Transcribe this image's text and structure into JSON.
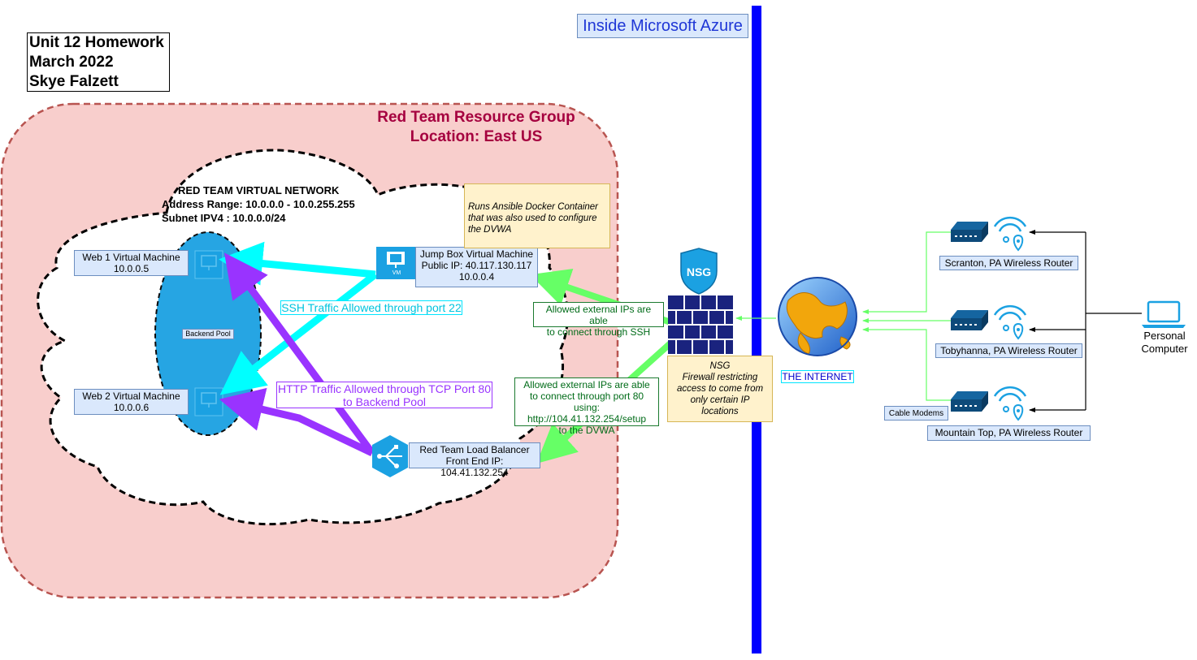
{
  "header": {
    "title_lines": [
      "Unit 12 Homework",
      "March 2022",
      "Skye Falzett"
    ]
  },
  "azure_label": "Inside Microsoft Azure",
  "resource_group": {
    "line1": "Red Team Resource Group",
    "line2": "Location: East US"
  },
  "vnet": {
    "line1": "RED TEAM VIRTUAL NETWORK",
    "line2": "Address Range: 10.0.0.0 - 10.0.255.255",
    "line3": "Subnet IPV4 : 10.0.0.0/24"
  },
  "web1": {
    "line1": "Web 1 Virtual Machine",
    "line2": "10.0.0.5"
  },
  "web2": {
    "line1": "Web 2 Virtual Machine",
    "line2": "10.0.0.6"
  },
  "backend_pool": "Backend Pool",
  "jumpbox": {
    "line1": "Jump Box Virtual Machine",
    "line2": "Public IP: 40.117.130.117",
    "line3": "10.0.0.4",
    "icon_label": "VM"
  },
  "ansible_note": {
    "line1": "Runs Ansible Docker Container",
    "line2": "that was also used to configure",
    "line3": "the DVWA"
  },
  "load_balancer": {
    "line1": "Red Team Load Balancer",
    "line2": "Front End IP: 104.41.132.254"
  },
  "ssh_label": "SSH Traffic Allowed through port 22",
  "http_label": {
    "line1": "HTTP Traffic Allowed through TCP Port 80",
    "line2": "to Backend Pool"
  },
  "ssh_external": {
    "line1": "Allowed external IPs are able",
    "line2": "to connect through SSH"
  },
  "http_external": {
    "line1": "Allowed external IPs are able",
    "line2": "to connect through port 80 using:",
    "line3": "http://104.41.132.254/setup",
    "line4": "to the DVWA"
  },
  "nsg": {
    "icon_text": "NSG",
    "note_line1": "NSG",
    "note_line2": "Firewall restricting",
    "note_line3": "access to come from",
    "note_line4": "only certain IP",
    "note_line5": "locations"
  },
  "internet_label": "THE INTERNET",
  "routers": [
    {
      "label": "Scranton, PA Wireless Router"
    },
    {
      "label": "Tobyhanna, PA Wireless Router"
    },
    {
      "label": "Mountain Top, PA Wireless Router"
    }
  ],
  "cable_modems": "Cable Modems",
  "personal_computer": {
    "line1": "Personal",
    "line2": "Computer"
  },
  "colors": {
    "resource_group_fill": "#f8cecc",
    "resource_group_border": "#b85450",
    "ssh_arrow": "#00ffff",
    "http_arrow": "#9933ff",
    "external_arrow": "#66ff66",
    "azure_line": "#0000ff",
    "azure_blue": "#1ba1e2"
  }
}
